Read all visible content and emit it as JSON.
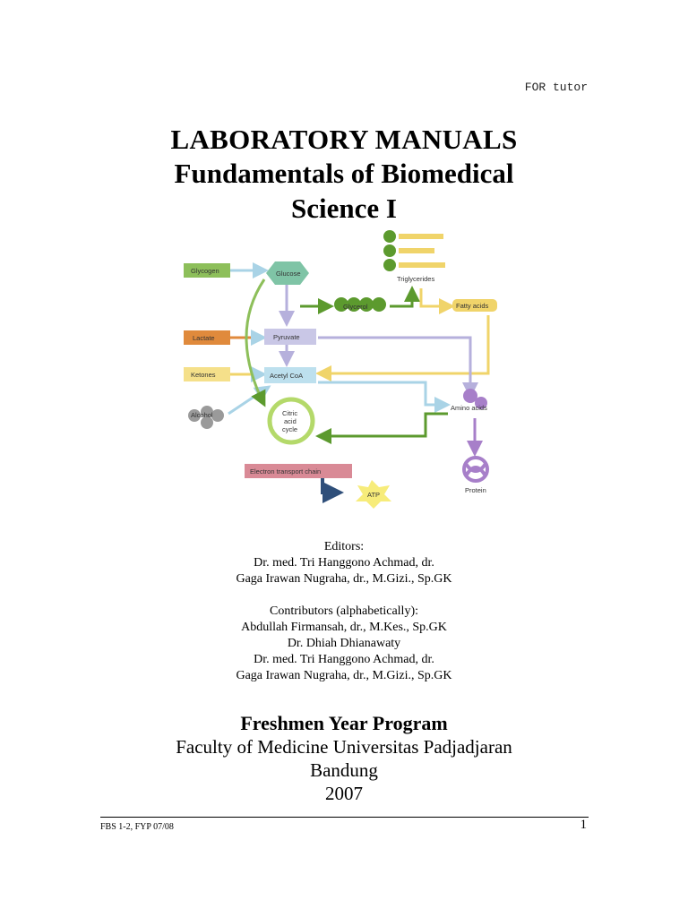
{
  "header": {
    "tag": "FOR tutor"
  },
  "title": {
    "line1": "LABORATORY MANUALS",
    "line2": "Fundamentals of Biomedical",
    "line3": "Science I"
  },
  "diagram": {
    "labels": {
      "glycogen": "Glycogen",
      "glucose": "Glucose",
      "triglycerides": "Triglycerides",
      "glycerol": "Glycerol",
      "fatty_acids": "Fatty acids",
      "lactate": "Lactate",
      "pyruvate": "Pyruvate",
      "ketones": "Ketones",
      "acetyl_coa": "Acetyl CoA",
      "alcohol": "Alcohol",
      "citric": "Citric",
      "acid": "acid",
      "cycle": "cycle",
      "amino_acids": "Amino acids",
      "etc": "Electron transport chain",
      "atp": "ATP",
      "protein": "Protein"
    },
    "colors": {
      "glycogen": "#8dbf5a",
      "glucose": "#7fc4a6",
      "lactate": "#e08a3c",
      "ketones": "#f5e08a",
      "pyruvate": "#c9c7e6",
      "acetyl": "#bde0ee",
      "etc": "#d98a96",
      "atp": "#f7ec7a",
      "purple": "#a77fc9",
      "green": "#5c9a2e"
    }
  },
  "credits": {
    "editors_heading": "Editors:",
    "editors": [
      "Dr. med. Tri Hanggono Achmad, dr.",
      "Gaga Irawan Nugraha, dr., M.Gizi., Sp.GK"
    ],
    "contributors_heading": "Contributors (alphabetically):",
    "contributors": [
      "Abdullah Firmansah, dr., M.Kes., Sp.GK",
      "Dr. Dhiah Dhianawaty",
      "Dr. med. Tri Hanggono Achmad, dr.",
      "Gaga Irawan Nugraha, dr., M.Gizi., Sp.GK"
    ]
  },
  "program": {
    "heading": "Freshmen Year Program",
    "faculty": "Faculty of Medicine Universitas Padjadjaran",
    "city": "Bandung",
    "year": "2007"
  },
  "footer": {
    "left": "FBS 1-2, FYP 07/08",
    "page": "1"
  }
}
